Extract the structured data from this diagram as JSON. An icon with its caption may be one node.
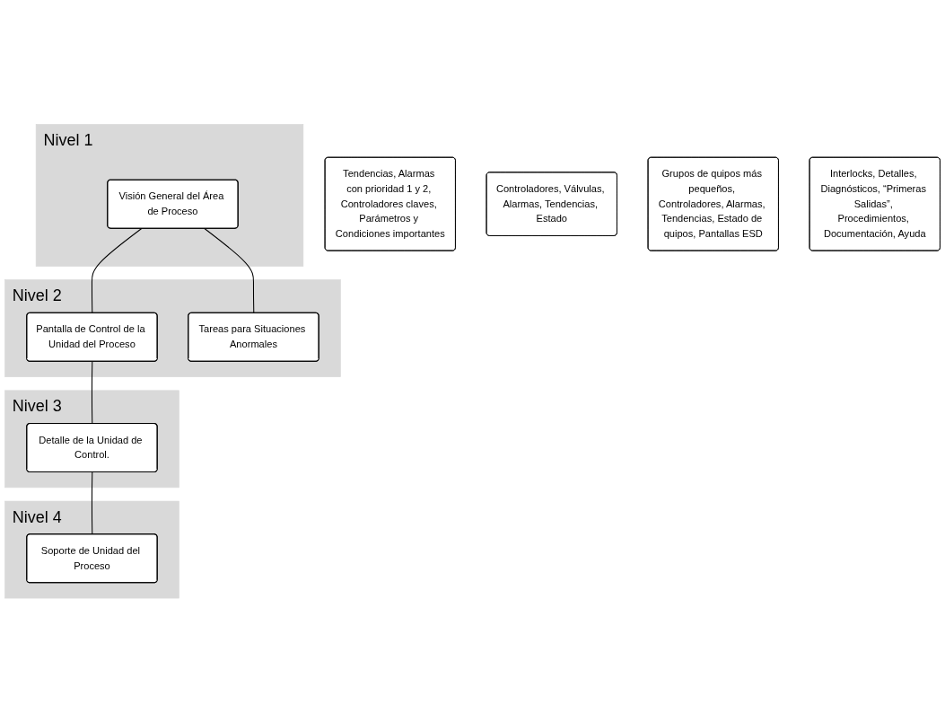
{
  "diagram": {
    "nodes": [
      {
        "text": [
          "Nivel 1"
        ]
      },
      {
        "text": [
          "Visión General del Área de Proceso"
        ],
        "in": 0
      },
      {
        "text": [
          "Tendencias, Alarmas con prioridad 1 y 2, Controladores claves, Parámetros y Condiciones importantes"
        ]
      },
      {
        "text": [
          "Nivel 2"
        ]
      },
      {
        "text": [
          "Pantalla de Control de la Unidad del Proceso"
        ],
        "in": 3
      },
      {
        "text": [
          "Tareas para Situaciones Anormales"
        ],
        "in": 3
      },
      {
        "text": [
          "Controladores, Válvulas, Alarmas, Tendencias, Estado"
        ]
      },
      {
        "text": [
          "Nivel 3"
        ]
      },
      {
        "text": [
          "Detalle de la Unidad de Control."
        ],
        "in": 7
      },
      {
        "text": [
          "Grupos de quipos más pequeños, Controladores, Alarmas, Tendencias, Estado de quipos, Pantallas ESD"
        ]
      },
      {
        "text": [
          "Nivel 4"
        ]
      },
      {
        "text": [
          "Soporte de Unidad del Proceso"
        ],
        "in": 10
      },
      {
        "text": [
          "Interlocks, Detalles, Diagnósticos, “Primeras Salidas”, Procedimientos, Documentación, Ayuda"
        ]
      }
    ],
    "edges": [
      {
        "from": 1,
        "to": 4,
        "arrow": "none"
      },
      {
        "from": 1,
        "to": 5,
        "arrow": "none"
      },
      {
        "from": 4,
        "to": 8,
        "arrow": "none"
      },
      {
        "from": 8,
        "to": 11,
        "arrow": "none"
      }
    ]
  }
}
